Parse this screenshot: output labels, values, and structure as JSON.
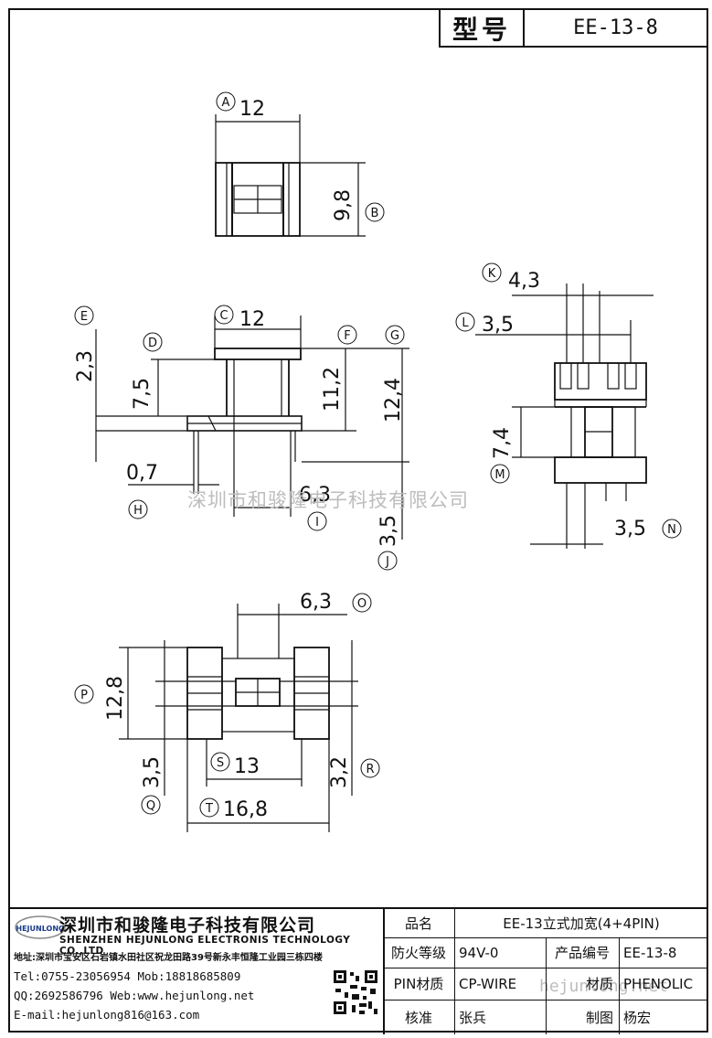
{
  "header": {
    "model_label": "型号",
    "model_value": "EE-13-8"
  },
  "dimensions": {
    "A": "12",
    "B": "9,8",
    "C": "12",
    "D": "7,5",
    "E": "2,3",
    "F": "11,2",
    "G": "12,4",
    "H": "0,7",
    "I": "6,3",
    "J": "3,5",
    "K": "4,3",
    "L": "3,5",
    "M": "7,4",
    "N": "3,5",
    "O": "6,3",
    "P": "12,8",
    "Q": "3,5",
    "R": "3,2",
    "S": "13",
    "T": "16,8"
  },
  "watermark": "深圳市和骏隆电子科技有限公司",
  "watermark_url": "hejunlong.net",
  "company": {
    "logo_text": "HEJUNLONG",
    "name_cn": "深圳市和骏隆电子科技有限公司",
    "name_en": "SHENZHEN HEJUNLONG ELECTRONIS TECHNOLOGY CO.,LTD",
    "address": "地址:深圳市宝安区石岩镇水田社区祝龙田路39号新永丰恒隆工业园三栋四楼",
    "tel": "Tel:0755-23056954",
    "mob": "Mob:18818685809",
    "qq": "QQ:2692586796",
    "web": "Web:www.hejunlong.net",
    "email": "E-mail:hejunlong816@163.com"
  },
  "spec": {
    "name_label": "品名",
    "name_value": "EE-13立式加宽(4+4PIN)",
    "fire_label": "防火等级",
    "fire_value": "94V-0",
    "code_label": "产品编号",
    "code_value": "EE-13-8",
    "pin_label": "PIN材质",
    "pin_value": "CP-WIRE",
    "material_label": "材质",
    "material_value": "PHENOLIC",
    "check_label": "核准",
    "check_value": "张兵",
    "draw_label": "制图",
    "draw_value": "杨宏"
  }
}
